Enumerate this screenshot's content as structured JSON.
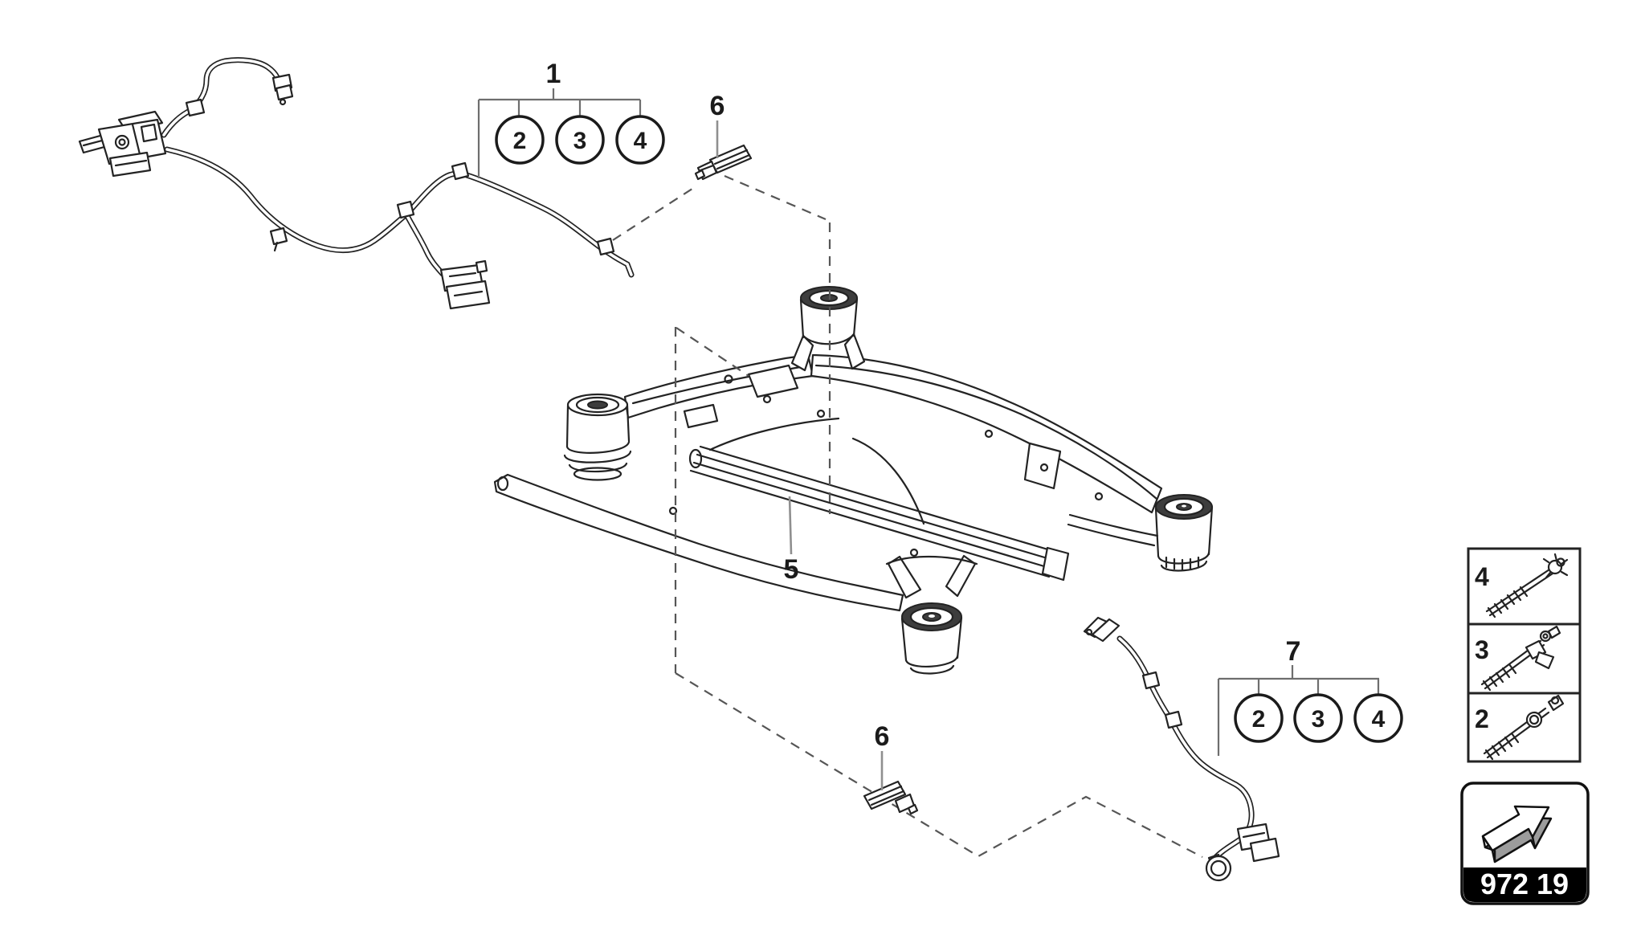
{
  "page": {
    "background": "#ffffff",
    "line_color": "#232323",
    "leader_color": "#8f8f8f",
    "dash_color": "#565656"
  },
  "callout_group_1": {
    "label": "1",
    "items": [
      "2",
      "3",
      "4"
    ]
  },
  "callout_5": {
    "label": "5"
  },
  "callout_6_top": {
    "label": "6"
  },
  "callout_6_bottom": {
    "label": "6"
  },
  "callout_group_7": {
    "label": "7",
    "items": [
      "2",
      "3",
      "4"
    ]
  },
  "legend": {
    "rows": [
      {
        "num": "4"
      },
      {
        "num": "3"
      },
      {
        "num": "2"
      }
    ]
  },
  "direction_badge": {
    "code": "972 19",
    "bg": "#000000",
    "text_color": "#ffffff"
  }
}
